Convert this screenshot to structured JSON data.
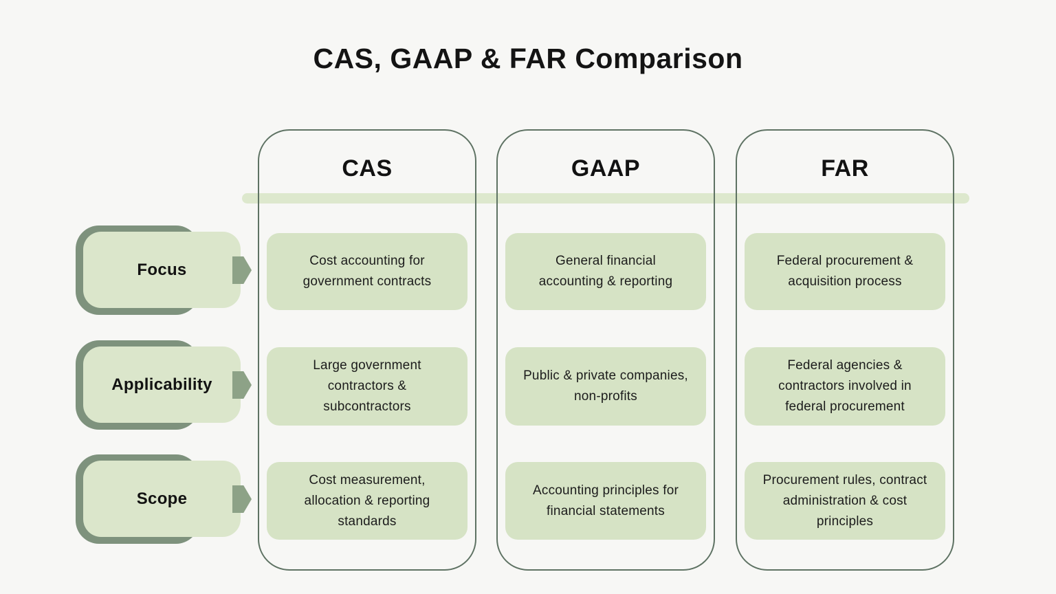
{
  "title": "CAS, GAAP & FAR Comparison",
  "rows": [
    {
      "label": "Focus"
    },
    {
      "label": "Applicability"
    },
    {
      "label": "Scope"
    }
  ],
  "columns": [
    {
      "name": "CAS",
      "cells": [
        "Cost accounting for government contracts",
        "Large government contractors & subcontractors",
        "Cost measurement, allocation & reporting standards"
      ]
    },
    {
      "name": "GAAP",
      "cells": [
        "General financial accounting & reporting",
        "Public & private companies, non-profits",
        "Accounting principles for financial statements"
      ]
    },
    {
      "name": "FAR",
      "cells": [
        "Federal procurement & acquisition process",
        "Federal agencies & contractors involved in federal procurement",
        "Procurement rules, contract administration & cost principles"
      ]
    }
  ],
  "colors": {
    "background": "#f7f7f5",
    "column_border": "#5e7263",
    "cell_green": "#d6e3c5",
    "label_green": "#dbe6cb",
    "label_shadow": "#7e927d",
    "arrow_green": "#8da287",
    "divider_bar_green": "#dde8cd",
    "text": "#1a1a1a"
  }
}
